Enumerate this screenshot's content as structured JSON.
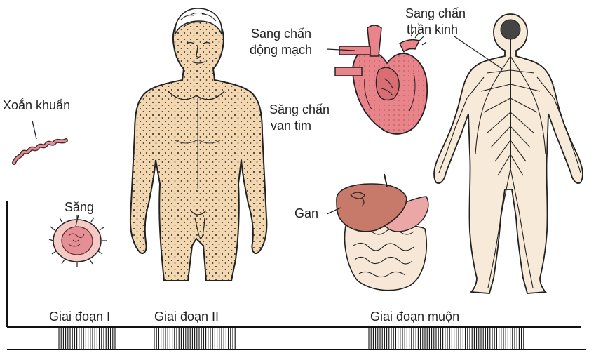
{
  "labels": {
    "spirochete": "Xoắn khuẩn",
    "chancre": "Săng",
    "aortic": [
      "Sang chấn",
      "động mạch"
    ],
    "valve": [
      "Săng chấn",
      "van tim"
    ],
    "neuro": [
      "Sang chấn",
      "thần kinh"
    ],
    "liver": "Gan"
  },
  "stages": [
    {
      "label": "Giai đoạn I"
    },
    {
      "label": "Giai đoạn II"
    },
    {
      "label": "Giai đoạn muộn"
    }
  ],
  "colors": {
    "skin": "#f2d7b0",
    "heart": "#e9848a",
    "liver": "#c77a6a",
    "chancre": "#eba6a6",
    "ink": "#222222"
  }
}
